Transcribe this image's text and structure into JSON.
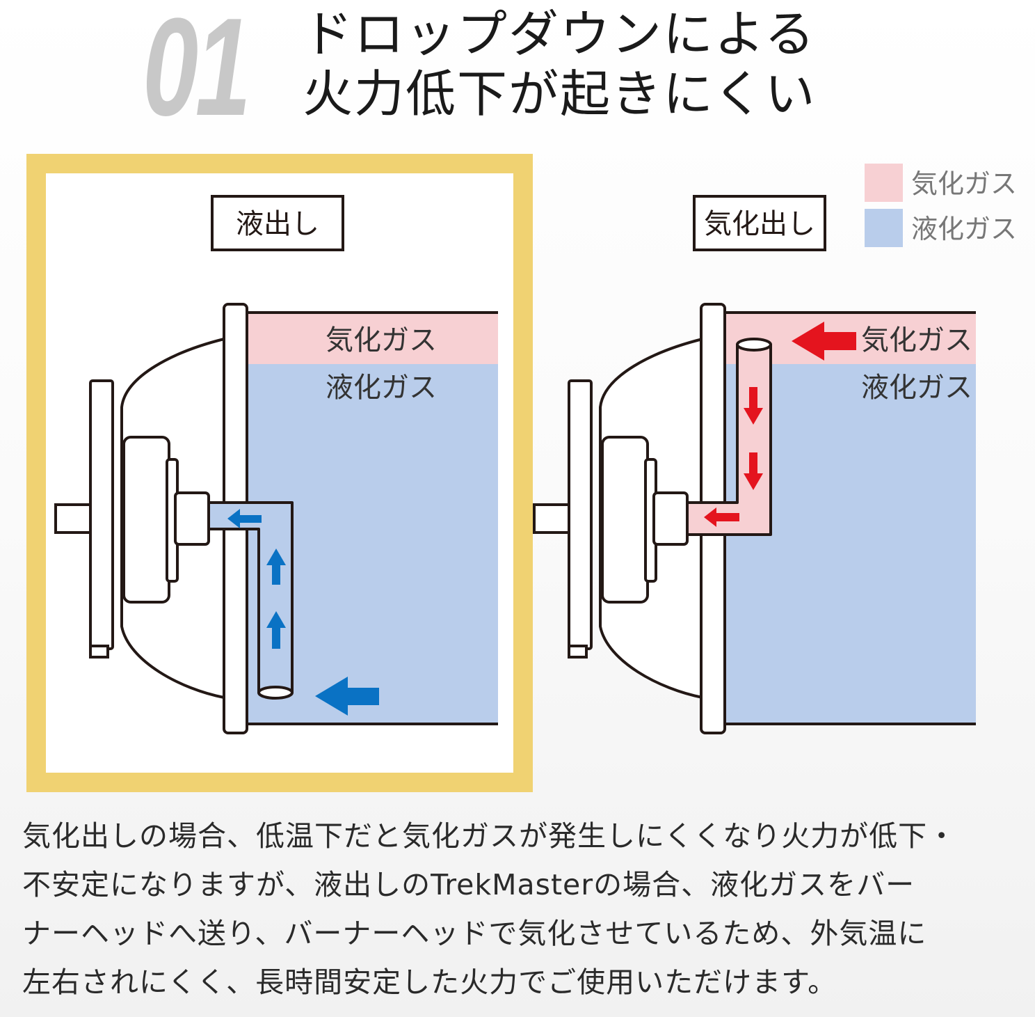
{
  "heading": {
    "number": "01",
    "title_lines": [
      "ドロップダウンによる",
      "火力低下が起きにくい"
    ]
  },
  "legend": {
    "vapor_label": "気化ガス",
    "liquid_label": "液化ガス",
    "vapor_color": "#f7d0d3",
    "liquid_color": "#b9cdeb"
  },
  "left_panel": {
    "label": "液出し",
    "vapor_text": "気化ガス",
    "liquid_text": "液化ガス",
    "highlight_color": "#f0d272",
    "arrow_color": "#0a72c4"
  },
  "right_panel": {
    "label": "気化出し",
    "vapor_text": "気化ガス",
    "liquid_text": "液化ガス",
    "arrow_color": "#e4141e"
  },
  "description": {
    "lines": [
      "気化出しの場合、低温下だと気化ガスが発生しにくくなり火力が低下・",
      "不安定になりますが、液出しのTrekMasterの場合、液化ガスをバー",
      "ナーヘッドへ送り、バーナーヘッドで気化させているため、外気温に",
      "左右されにくく、長時間安定した火力でご使用いただけます。"
    ]
  }
}
